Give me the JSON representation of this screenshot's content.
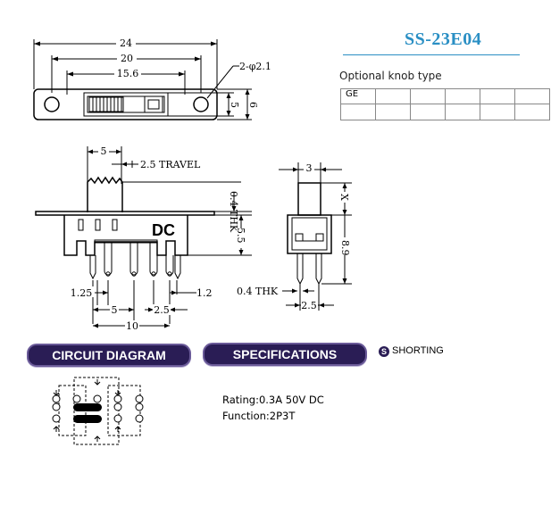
{
  "title": {
    "model": "SS-23E04",
    "knob_caption": "Optional knob type",
    "knob_cell": "GE",
    "accent_color": "#2a8fc4"
  },
  "top_view": {
    "dim_overall": "24",
    "dim_holes": "20",
    "dim_slot": "15.6",
    "dim_hole_note": "2-φ2.1",
    "dim_width_5": "5",
    "dim_width_6": "6"
  },
  "front_view": {
    "dim_knob_width": "5",
    "dim_travel": "2.5 TRAVEL",
    "dim_thk": "0.4 THK",
    "dim_height": "5.5",
    "body_label": "DC",
    "dim_1_25": "1.25",
    "dim_1_2": "1.2",
    "dim_5": "5",
    "dim_2_5": "2.5",
    "dim_10": "10"
  },
  "side_view": {
    "dim_knob": "3",
    "dim_x": "X",
    "dim_8_9": "8.9",
    "dim_thk": "0.4 THK",
    "dim_2_5": "2.5"
  },
  "sections": {
    "circuit_label": "CIRCUIT DIAGRAM",
    "spec_label": "SPECIFICATIONS",
    "shorting_label": "SHORTING",
    "shorting_icon": "S",
    "pill_color": "#2a1d55"
  },
  "specs": {
    "rating": "Rating:0.3A 50V DC",
    "function": "Function:2P3T"
  }
}
